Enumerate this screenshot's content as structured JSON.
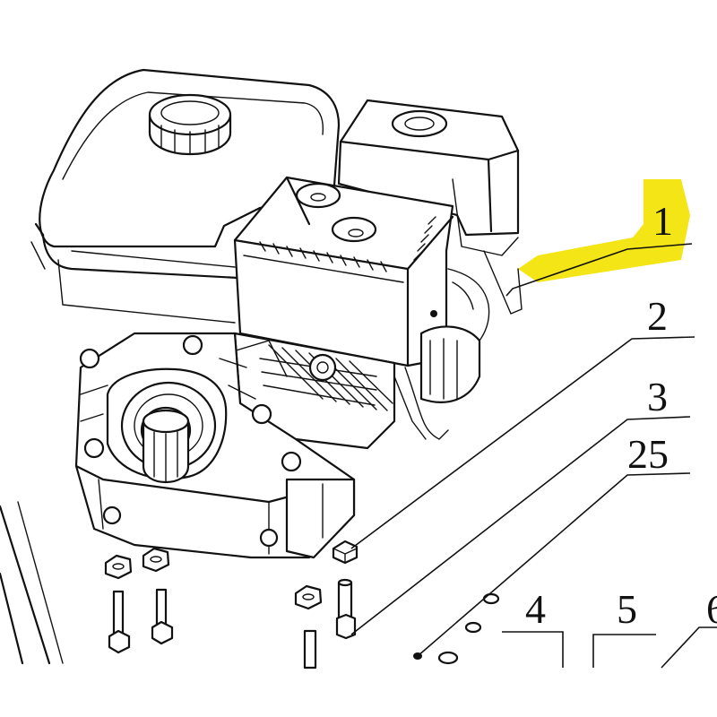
{
  "callouts": [
    {
      "id": "1",
      "label": "1"
    },
    {
      "id": "2",
      "label": "2"
    },
    {
      "id": "3",
      "label": "3"
    },
    {
      "id": "25",
      "label": "25"
    },
    {
      "id": "4",
      "label": "4"
    },
    {
      "id": "5",
      "label": "5"
    },
    {
      "id": "6",
      "label": "6"
    }
  ],
  "highlight_color": "#f3e516",
  "line_color": "#111111"
}
